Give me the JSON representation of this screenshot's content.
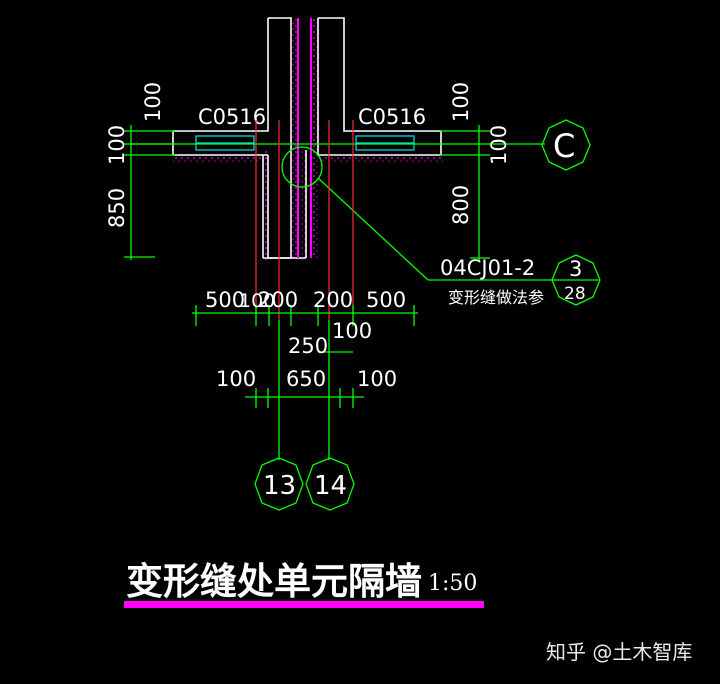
{
  "drawing": {
    "window_label_left": "C0516",
    "window_label_right": "C0516",
    "left_dims": {
      "top": "100",
      "middle": "100",
      "bottom": "850"
    },
    "right_dims": {
      "top": "100",
      "middle": "100",
      "bottom": "800"
    },
    "axis_c": "C",
    "detail_ref": {
      "code": "04CJ01-2",
      "note": "变形缝做法参",
      "num_top": "3",
      "num_bottom": "28"
    },
    "dim_row1": {
      "a": "500",
      "b": "100",
      "c": "200",
      "d": "200",
      "e": "500"
    },
    "dim_row2": {
      "a": "100",
      "b": "250"
    },
    "dim_row3": {
      "a": "100",
      "b": "650",
      "c": "100"
    },
    "axis_13": "13",
    "axis_14": "14",
    "title": "变形缝处单元隔墙",
    "scale": "1:50",
    "watermark": "知乎 @土木智库"
  },
  "colors": {
    "background": "#000000",
    "green": "#00ff00",
    "white": "#ffffff",
    "magenta": "#ff00ff",
    "cyan": "#00e5ff",
    "red": "#ff2a2a"
  }
}
